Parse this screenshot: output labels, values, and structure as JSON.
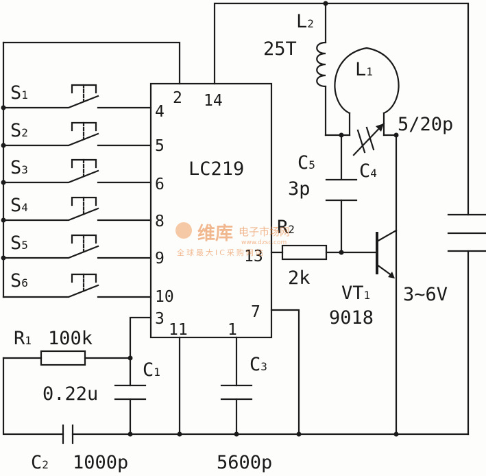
{
  "ic": {
    "name": "LC219",
    "pins": {
      "p2": "2",
      "p14": "14",
      "p4": "4",
      "p5": "5",
      "p6": "6",
      "p8": "8",
      "p9": "9",
      "p10": "10",
      "p3": "3",
      "p11": "11",
      "p1": "1",
      "p7": "7",
      "p13": "13"
    }
  },
  "switches": [
    {
      "label": "S",
      "sub": "1"
    },
    {
      "label": "S",
      "sub": "2"
    },
    {
      "label": "S",
      "sub": "3"
    },
    {
      "label": "S",
      "sub": "4"
    },
    {
      "label": "S",
      "sub": "5"
    },
    {
      "label": "S",
      "sub": "6"
    }
  ],
  "r1": {
    "label": "R",
    "sub": "1",
    "value": "100k"
  },
  "c1": {
    "label": "C",
    "sub": "1",
    "value": "0.22u"
  },
  "c2": {
    "label": "C",
    "sub": "2",
    "value": "1000p"
  },
  "c3": {
    "label": "C",
    "sub": "3",
    "value": "5600p"
  },
  "r2": {
    "label": "R",
    "sub": "2",
    "value": "2k"
  },
  "c5": {
    "label": "C",
    "sub": "5",
    "value": "3p"
  },
  "c4": {
    "label": "C",
    "sub": "4",
    "value": "5/20p"
  },
  "l2": {
    "label": "L",
    "sub": "2",
    "value": "25T"
  },
  "l1": {
    "label": "L",
    "sub": "1"
  },
  "vt1": {
    "label": "VT",
    "sub": "1",
    "value": "9018"
  },
  "battery": {
    "value": "3~6V"
  },
  "watermark": {
    "brand": "维库",
    "cn": "电子市场网",
    "url": "www.dzsc.com",
    "slogan": "全球最大IC采购网站"
  }
}
